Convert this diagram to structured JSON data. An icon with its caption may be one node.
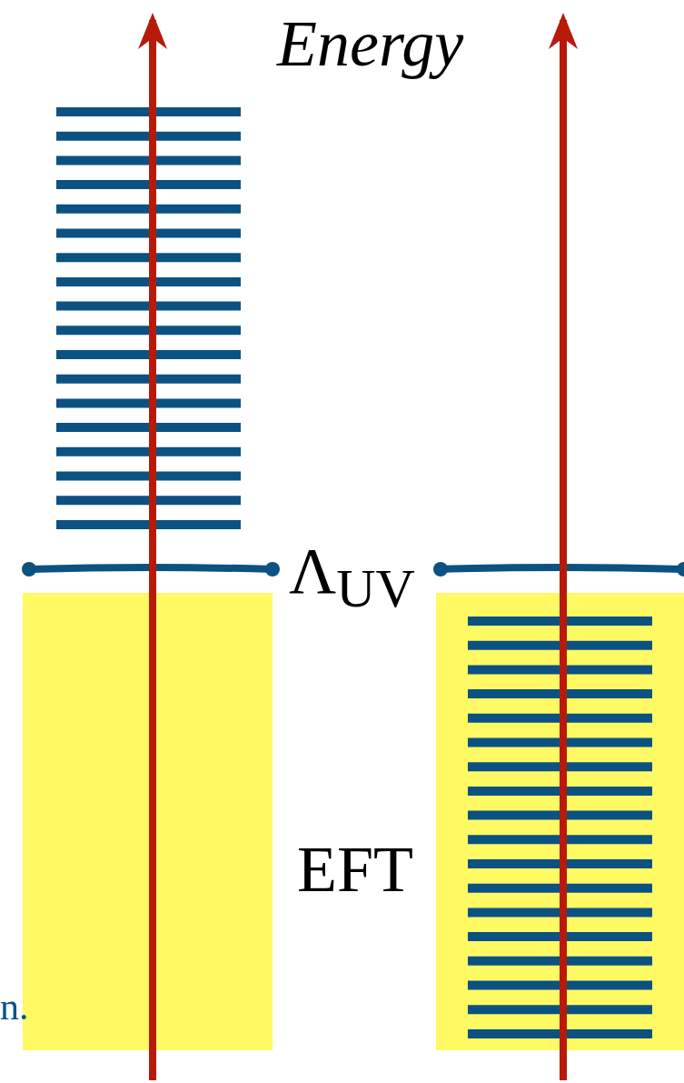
{
  "diagram": {
    "nodes": [
      {
        "text": [],
        "shape": "box"
      },
      {
        "text": [],
        "shape": "box"
      }
    ],
    "labels": [
      "Energy",
      "Λ$_{UV}$",
      "EFT",
      "n."
    ]
  }
}
